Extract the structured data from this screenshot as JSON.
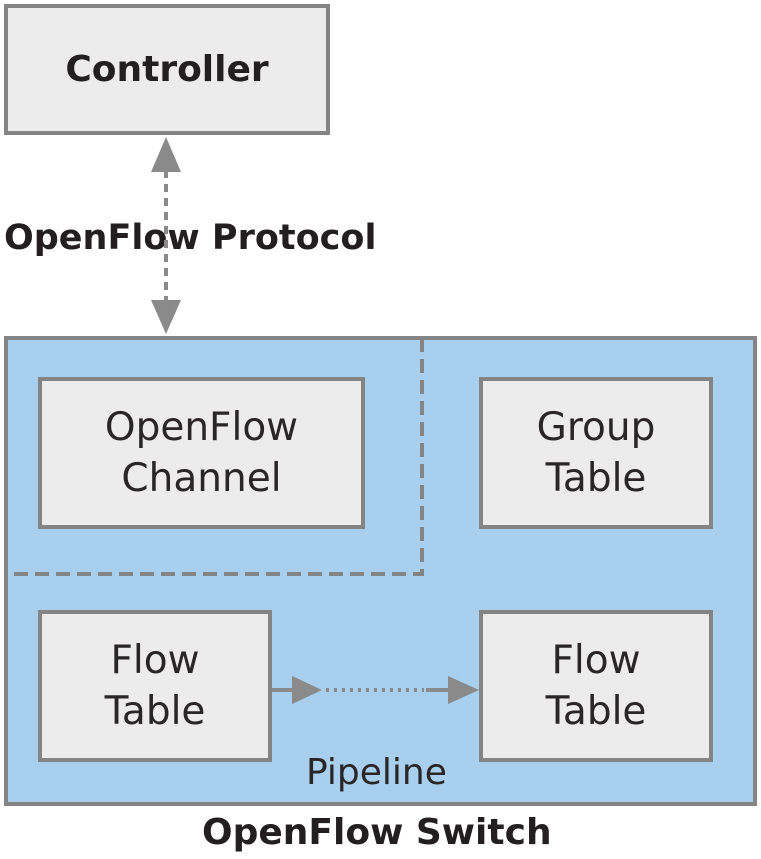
{
  "controller": {
    "label": "Controller"
  },
  "protocol": {
    "label": "OpenFlow Protocol"
  },
  "switch": {
    "label": "OpenFlow Switch",
    "channel": {
      "line1": "OpenFlow",
      "line2": "Channel"
    },
    "group_table": {
      "line1": "Group",
      "line2": "Table"
    },
    "flow_table_1": {
      "line1": "Flow",
      "line2": "Table"
    },
    "flow_table_2": {
      "line1": "Flow",
      "line2": "Table"
    },
    "pipeline_label": "Pipeline"
  },
  "colors": {
    "switch_fill": "#a8cfee",
    "box_fill": "#ececec",
    "border": "#848484",
    "arrow": "#8a8a8a",
    "text": "#231f20"
  }
}
